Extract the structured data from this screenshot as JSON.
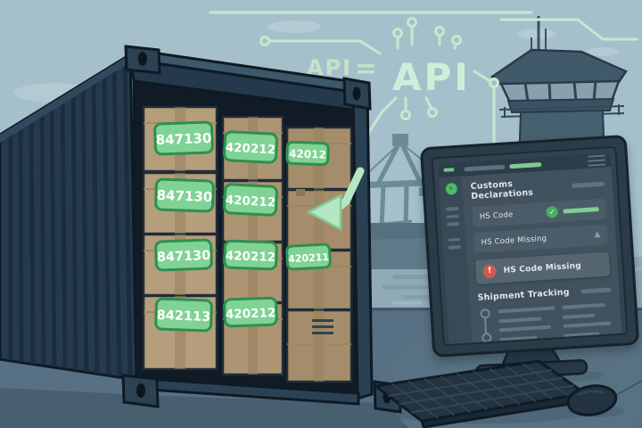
{
  "api": {
    "small_label": "API",
    "equals_sign": "=",
    "large_label": "API",
    "accent_color": "#c7e8cf"
  },
  "container": {
    "box_rows": [
      [
        "847130",
        "420212",
        "42012"
      ],
      [
        "847130",
        "420212",
        null
      ],
      [
        "847130",
        "420212",
        "420211"
      ],
      [
        "842113",
        "420212",
        null
      ]
    ],
    "label_fill": "#80d394",
    "label_border": "#2f8f4f",
    "body_color": "#253b4d",
    "box_color": "#b29b78"
  },
  "monitor": {
    "title": "Customs Declarations",
    "rows": [
      {
        "label": "HS Code",
        "status": "valid"
      },
      {
        "label": "HS Code Missing",
        "status": "warning"
      },
      {
        "label": "HS Code Missing",
        "status": "error"
      }
    ],
    "tracking_title": "Shipment Tracking",
    "colors": {
      "valid_green": "#43b15f",
      "progress_green": "#7ecb90",
      "error_red": "#d15950",
      "warning_gray": "#8a99a3",
      "screen_bg": "#41525e"
    }
  },
  "scene_colors": {
    "sky": "#a5c0ca",
    "water": "#90abb7",
    "dock": "#587083",
    "arrow_green": "#b5e7c2"
  }
}
